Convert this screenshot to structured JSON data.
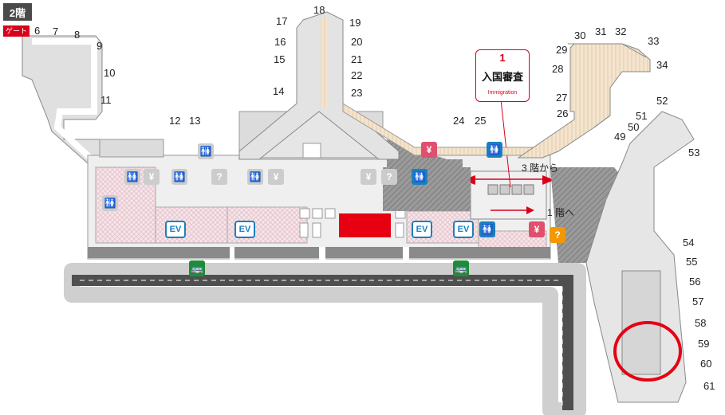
{
  "floor_label": "2階",
  "gate_label": "ゲート",
  "gate_numbers": [
    "6",
    "7",
    "8",
    "9",
    "10",
    "11",
    "12",
    "13",
    "14",
    "15",
    "16",
    "17",
    "18",
    "19",
    "20",
    "21",
    "22",
    "23",
    "24",
    "25",
    "26",
    "27",
    "28",
    "29",
    "30",
    "31",
    "32",
    "33",
    "34",
    "49",
    "50",
    "51",
    "52",
    "53",
    "54",
    "55",
    "56",
    "57",
    "58",
    "59",
    "60",
    "61"
  ],
  "immigration": {
    "number": "1",
    "label_ja": "入国審査",
    "label_en": "Immigration"
  },
  "notes": {
    "from_3f": "3 階から",
    "to_1f": "1 階へ"
  },
  "icons": {
    "elevator": {
      "name": "elevator-icon",
      "text": "EV",
      "color": "#1a7fc1"
    },
    "restroom": {
      "name": "restroom-icon",
      "glyph": "🚻",
      "color": "#1a7fc1"
    },
    "currency": {
      "name": "currency-exchange-icon",
      "glyph": "¥",
      "color": "#e0506e"
    },
    "info": {
      "name": "information-icon",
      "glyph": "?",
      "color": "#f39800"
    },
    "bus": {
      "name": "bus-icon",
      "glyph": "🚌",
      "color": "#1e8c3a"
    }
  },
  "colors": {
    "accent_red": "#d9001b",
    "highlight_circle": "#e60012"
  }
}
